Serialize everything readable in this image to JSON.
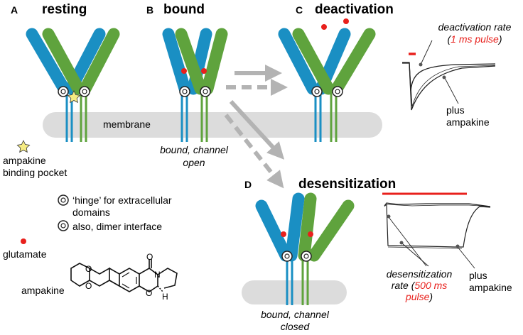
{
  "panels": {
    "a": {
      "letter": "A",
      "title": "resting"
    },
    "b": {
      "letter": "B",
      "title": "bound",
      "caption_line1": "bound, channel",
      "caption_line2": "open"
    },
    "c": {
      "letter": "C",
      "title": "deactivation",
      "trace_label_line1": "deactivation rate",
      "pulse_open": "(",
      "pulse_text": "1 ms pulse",
      "pulse_close": ")",
      "plus_line1": "plus",
      "plus_line2": "ampakine"
    },
    "d": {
      "letter": "D",
      "title": "desensitization",
      "caption_line1": "bound, channel",
      "caption_line2": "closed",
      "rate_line1": "desensitization",
      "rate_line2": "rate",
      "rate_pulse_open": "(",
      "rate_pulse": "500 ms",
      "rate_line3": "pulse",
      "rate_close": ")",
      "plus_line1": "plus",
      "plus_line2": "ampakine"
    }
  },
  "membrane_label": "membrane",
  "legend": {
    "pocket_line1": "ampakine",
    "pocket_line2": "binding pocket",
    "hinge_line1": "‘hinge’ for extracellular",
    "hinge_line2": "domains",
    "dimer": "also, dimer interface",
    "glutamate": "glutamate"
  },
  "structure": {
    "label": "ampakine",
    "oxygen": "O",
    "nitrogen": "N",
    "hydrogen": "H"
  },
  "colors": {
    "blue": "#1a8fc3",
    "green": "#5fa33d",
    "red": "#e8201c",
    "membrane": "#dcdcdc",
    "arrow": "#b3b3b3",
    "star": "#f5eb82"
  }
}
